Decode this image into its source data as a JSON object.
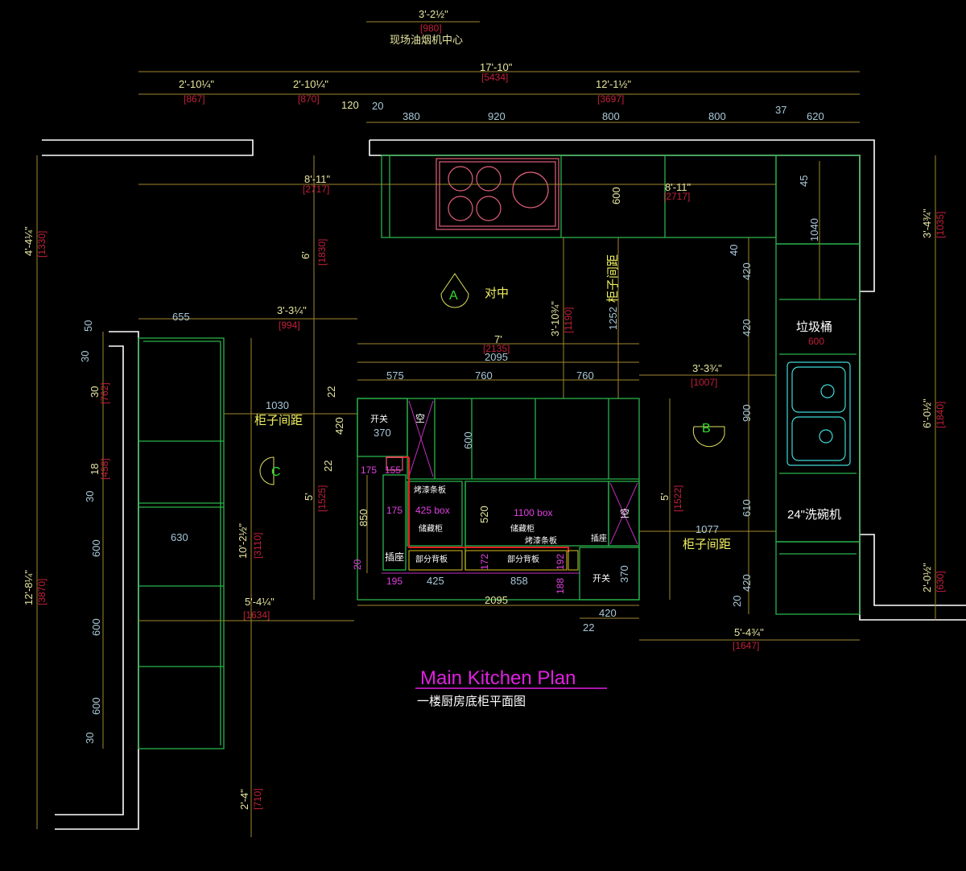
{
  "title": {
    "en": "Main Kitchen Plan",
    "cn": "一楼厨房底柜平面图",
    "color": "#e020e0"
  },
  "top": {
    "hood_ft": "3'-2½\"",
    "hood_mm": "[980]",
    "hood_label": "现场油烟机中心",
    "total_ft": "17'-10\"",
    "total_mm": "[5434]",
    "seg1_ft": "2'-10¼\"",
    "seg1_mm": "[867]",
    "seg2_ft": "2'-10¼\"",
    "seg2_mm": "[870]",
    "seg3_ft": "12'-1½\"",
    "seg3_mm": "[3697]",
    "d120": "120",
    "d20": "20",
    "d380": "380",
    "d920": "920",
    "d800a": "800",
    "d800b": "800",
    "d37": "37",
    "d620": "620"
  },
  "wall_top": {
    "span_ft_a": "8'-11\"",
    "span_mm_a": "[2717]",
    "span_ft_b": "8'-11\"",
    "span_mm_b": "[2717]",
    "d600": "600",
    "d45": "45",
    "d1040": "1040",
    "d6ft": "6'",
    "d1830": "[1830]"
  },
  "markers": {
    "a": "A",
    "a_label": "对中",
    "b": "B",
    "c": "C"
  },
  "left_wall": {
    "total_ft": "4'-4¼\"",
    "total_mm": "[1330]",
    "total2_ft": "12'-8¼\"",
    "total2_mm": "[3870]",
    "d655": "655",
    "d994ft": "3'-3¼\"",
    "d994": "[994]",
    "d50": "50",
    "d30a": "30",
    "d30ft": "30",
    "d762": "[762]",
    "d18": "18",
    "d458": "[458]",
    "d30b": "30",
    "d630": "630",
    "d600a": "600",
    "d600b": "600",
    "d600c": "600",
    "d30c": "30",
    "d10ft": "10'-2½\"",
    "d3110": "[3110]",
    "d2ft": "2'-4\"",
    "d710": "[710]",
    "d1030": "1030",
    "gap_label": "柜子间距",
    "d1634ft": "5'-4¼\"",
    "d1634": "[1634]"
  },
  "island": {
    "d7ft": "7'",
    "d2135": "[2135]",
    "d2095top": "2095",
    "d575": "575",
    "d760a": "760",
    "d760b": "760",
    "d22a": "22",
    "d420a": "420",
    "d22b": "22",
    "d370a": "370",
    "open_a": "开关",
    "kong_a": "空",
    "d600": "600",
    "d175a": "175",
    "d155": "155",
    "d175b": "175",
    "box425": "425 box",
    "d520": "520",
    "box1100": "1100 box",
    "bake_a": "烤漆条板",
    "store_a": "储藏柜",
    "store_b": "储藏柜",
    "bake_b": "烤漆条板",
    "insert_a": "插座",
    "insert_b": "插座",
    "back_a": "部分背板",
    "back_b": "部分背板",
    "d850": "850",
    "d20": "20",
    "d172": "172",
    "d192": "192",
    "d195": "195",
    "d425": "425",
    "d858": "858",
    "d188": "188",
    "d2095bot": "2095",
    "d420b": "420",
    "d22c": "22",
    "kong_b": "空",
    "open_b": "开关",
    "d370b": "370",
    "d5ft_a": "5'",
    "d1525": "[1525]",
    "d5ft_b": "5'",
    "d1522": "[1522]",
    "d3ft10": "3'-10¾\"",
    "d1190": "[1190]",
    "d1252": "1252",
    "gap_label_v": "柜子间距"
  },
  "right_wall": {
    "d3ft3": "3'-3¾\"",
    "d1007": "[1007]",
    "d40": "40",
    "d420a": "420",
    "d420b": "420",
    "trash": "垃圾桶",
    "trash_w": "600",
    "d900": "900",
    "d610": "610",
    "d420c": "420",
    "d20": "20",
    "d1077": "1077",
    "gap_label": "柜子间距",
    "dishwasher": "24\"洗碗机",
    "d5ft4": "5'-4¾\"",
    "d1647": "[1647]",
    "r1_ft": "3'-4¾\"",
    "r1_mm": "[1035]",
    "r2_ft": "6'-0½\"",
    "r2_mm": "[1840]",
    "r3_ft": "2'-0½\"",
    "r3_mm": "[630]"
  }
}
